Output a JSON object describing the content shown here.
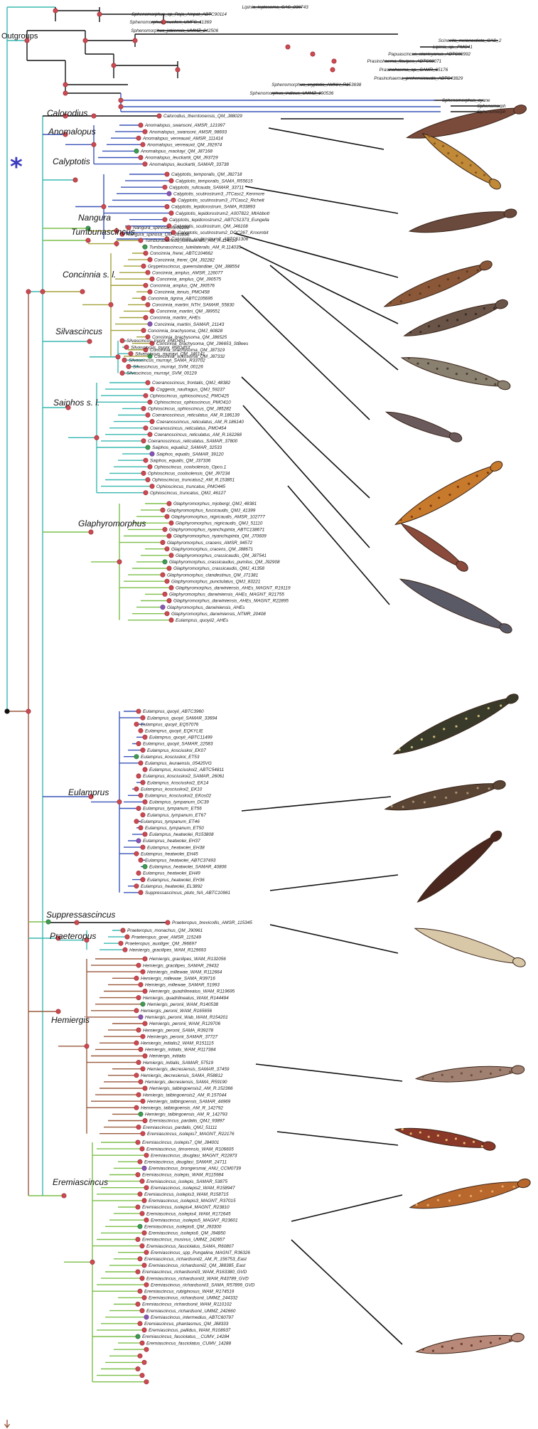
{
  "figure": {
    "outgroups_label": "Outgroups",
    "star_glyph": "*"
  },
  "colors": {
    "teal": "#38b8b0",
    "green": "#7cbf4a",
    "olive": "#a3a23a",
    "brown": "#9a5a3e",
    "blue": "#3a55b8",
    "black": "#111111",
    "node_red": "#cc4a52",
    "node_green": "#3f9a52",
    "node_purple": "#8a55b5"
  },
  "clades": [
    {
      "name": "Calorodius"
    },
    {
      "name": "Anomalopus"
    },
    {
      "name": "Calyptotis"
    },
    {
      "name": "Nangura"
    },
    {
      "name": "Tumbunascincus"
    },
    {
      "name": "Concinnia s. l."
    },
    {
      "name": "Silvascincus"
    },
    {
      "name": "Saiphos s. l."
    },
    {
      "name": "Glaphyromorphus"
    },
    {
      "name": "Eulamprus"
    },
    {
      "name": "Suppressascincus"
    },
    {
      "name": "Praeteropus"
    },
    {
      "name": "Hemiergis"
    },
    {
      "name": "Eremiascincus"
    }
  ],
  "outgroup_tips": [
    "Lipinia_leptosoma_CAS_236743",
    "Sphenomorphus_sp_Raja_Ampat_ABTC90114",
    "Sphenomorphus_muelleri_UMFS_11369",
    "Sphenomorphus_jobiensis_UMMZ_242506",
    "Scincella_melanosticta_CAS_2",
    "Lipinia_sp._PMO41",
    "Papuascincus_stanleyanus_ABTC98992",
    "Prasinohaema_flavipes_ABTC98071",
    "Prasinohaema_sp._SAMR_65176",
    "Prasinohaema_prehensicauda_ABTC43829",
    "Sphenomorphus_cryptotis_AMNH_R153698",
    "Sphenomorphus_indicus_UMMZ_190536",
    "Sphenomorphus_cyane",
    "Sphenomorph",
    "Sphenomorph"
  ],
  "tips": [
    "Calorodius_therntonensis_QM_J88029",
    "Anomalopus_swansoni_AMSR_121997",
    "Anomalopus_swansoni_AMSR_98693",
    "Anomalopus_verreauxii_AMSR_111414",
    "Anomalopus_verreauxii_QM_J92974",
    "Anomalopus_mackayi_QM_J87168",
    "Anomalopus_leuckartii_QM_J93729",
    "Anomalopus_leuckartii_SAMAR_33738",
    "Calyptotis_temporalis_QM_J82718",
    "Calyptotis_temporalis_SAMA_R55615",
    "Calyptotis_ruficauda_SAMAR_33711",
    "Calyptotis_scutirostrum3_JTCasc2_Kenmore",
    "Calyptotis_scutirostrum3_JTCasc2_Richelt",
    "Calyptotis_lepidorostrum_SAMA_R33893",
    "Calyptotis_lepidorostrum2_A007822_MtAbbott",
    "Calyptotis_lepidorostrum2_ABTC51373_Eungella",
    "Calyptotis_scutirostrum_QM_J46108",
    "Calyptotis_scutirostrum2_DOC267_Kroombit",
    "Calyptotis_scutirostrum2_ABTC51306",
    "Nangura_spinosa_A006288",
    "Nangura_spinosa_QM_J63856",
    "Tumbunascincus_luteilateralis_AM_R.114019",
    "Tumbunascincus_luteilateralis_AM_R.114035",
    "Concinnia_frerei_ABTC104662",
    "Concinnia_frerei_QM_J92282",
    "Gnypetoscincus_queenslandiae_QM_J88554",
    "Concinnia_amplus_AMSR_126077",
    "Concinnia_amplus_QM_J90575",
    "Concinnia_amplus_QM_J90576",
    "Concinnia_tenuis_PMO458",
    "Concinnia_tigrina_ABTC105695",
    "Concinnia_martini_NTH_SAMAR_55830",
    "Concinnia_martini_QM_J89551",
    "Concinnia_martini_AHEs",
    "Concinnia_martini_SAMAR_21143",
    "Concinnia_brachysoma_QMJ_60828",
    "Concinnia_brachysoma_QM_J86525",
    "Concinnia_brachysoma_QM_J96653_StBees",
    "Concinnia_brachysoma_QM_J87319",
    "Concinnia_sokosoma_QM_J87332",
    "Silvascincus_tryoni_PMO451",
    "Silvascincus_tryoni_PMO453",
    "Silvascincus_murrayi_QM_J46141",
    "Silvascincus_murrayi_SAMA_R33702",
    "Silvascincus_murrayi_SVM_00126",
    "Silvascincus_murrayi_SVM_00129",
    "Coeranoscincus_frontalis_QMJ_48382",
    "Coggeria_naufragus_QMJ_59237",
    "Ophioscincus_ophioscincus2_PMO425",
    "Ophioscincus_ophioscincus_PMO410",
    "Ophioscincus_ophioscincus_QM_J85282",
    "Coeranoscincus_reticulatus_AM_R.186139",
    "Coeranoscincus_reticulatus_AM_R.186140",
    "Coeranoscincus_reticulatus_PMO454",
    "Coeranoscincus_reticulatus_AM_R.162268",
    "Coeranoscincus_reticulatus_SAMAR_37800",
    "Saiphos_equalis2_SAMAR_32533",
    "Saiphos_equalis_SAMAR_39120",
    "Saiphos_equalis_QM_J37336",
    "Ophioscincus_cooloolensis_Opco.1",
    "Ophioscincus_cooloolensis_QM_J97234",
    "Ophioscincus_truncatus2_AM_R.153851",
    "Ophioscincus_truncatus_PMO445",
    "Ophioscincus_truncatus_QMJ_46127",
    "Glaphyromorphus_mjobergi_QMJ_48381",
    "Glaphyromorphus_fuscicaudis_QMJ_41399",
    "Glaphyromorphus_nigricaudis_AMSR_102777",
    "Glaphyromorphus_nigricaudis_QMJ_51110",
    "Glaphyromorphus_nyanchupinta_ABTC138671",
    "Glaphyromorphus_nyanchupinta_QM_J70609",
    "Glaphyromorphus_cracens_AMSR_94572",
    "Glaphyromorphus_cracens_QM_J88671",
    "Glaphyromorphus_crassicaudis_QM_J87541",
    "Glaphyromorphus_crassicaudus_pumilus_QM_J92908",
    "Glaphyromorphus_crassicaudis_QMJ_41358",
    "Glaphyromorphus_clandestinus_QM_J71381",
    "Glaphyromorphus_punctulatus_QMJ_83221",
    "Glaphyromorphus_darwiniensis_AHEs_MAGNT_R19119",
    "Glaphyromorphus_darwiniensis_AHEs_MAGNT_R21755",
    "Glaphyromorphus_darwiniensis_AHEs_MAGNT_R22895",
    "Glaphyromorphus_darwiniensis_AHEs",
    "Glaphyromorphus_darwiniensis_NTMR_20408",
    "Eulamprus_quoyii2_AHEs",
    "Eulamprus_quoyii_ABTC3960",
    "Eulamprus_quoyii_SAMAR_33694",
    "Eulamprus_quoyii_EQ57076",
    "Eulamprus_quoyii_EQKYLIE",
    "Eulamprus_quoyii_ABTC11499",
    "Eulamprus_quoyii_SAMAR_22583",
    "Eulamprus_kosciuskoi_EK07",
    "Eulamprus_kosciuskoi_ET53",
    "Eulamprus_leuraensis_05425VG",
    "Eulamprus_kosciuskoi2_ABTC54811",
    "Eulamprus_kosciuskoi2_SAMAR_26061",
    "Eulamprus_kosciuskoi2_EK14",
    "Eulamprus_kosciuskoi2_EK10",
    "Eulamprus_kosciuskoi2_EKos02",
    "Eulamprus_tympanum_DC39",
    "Eulamprus_tympanum_ET56",
    "Eulamprus_tympanum_ET67",
    "Eulamprus_tympanum_ET46",
    "Eulamprus_tympanum_ET50",
    "Eulamprus_heatwolei_R153808",
    "Eulamprus_heatwolei_EH37",
    "Eulamprus_heatwolei_EH38",
    "Eulamprus_heatwolei_EH45",
    "Eulamprus_heatwolei_ABTC37493",
    "Eulamprus_heatwolei_SAMAR_40806",
    "Eulamprus_heatwolei_EH49",
    "Eulamprus_heatwolei_EH36",
    "Eulamprus_heatwolei_EL3892",
    "Suppressascincus_pluto_NA_ABTC10961",
    "Praeteropus_brevicollis_AMSR_115345",
    "Praeteropus_monachus_QM_J90961",
    "Praeteropus_gowi_AMSR_115249",
    "Praeteropus_auxiliger_QM_J96697",
    "Hemiergis_gracilipes_WAM_R129693",
    "Hemiergis_gracilipes_WAM_R132056",
    "Hemiergis_gracilipes_SAMAR_29432",
    "Hemiergis_millewae_WAM_R112664",
    "Hemiergis_millewae_SAMA_R39716",
    "Hemiergis_millewae_SAMAR_51993",
    "Hemiergis_quadrilineatus_WAM_R119695",
    "Hemiergis_quadrilineatus_WAM_R144494",
    "Hemiergis_peronii_WAM_R140538",
    "Hemiergis_peronii_WAM_R165656",
    "Hemiergis_peronii_Wab_WAM_R154201",
    "Hemiergis_peronii_WAM_R129706",
    "Hemiergis_peronii_SAMA_R39278",
    "Hemiergis_peronii_SAMAR_37727",
    "Hemiergis_initialis2_WAM_R151115",
    "Hemiergis_initialis_WAM_R117384",
    "Hemiergis_initialis",
    "Hemiergis_initialis_SAMAR_57519",
    "Hemiergis_decresiensis_SAMAR_37459",
    "Hemiergis_decresiensis_SAMA_R58812",
    "Hemiergis_decresiensis_SAMA_R59190",
    "Hemiergis_talbingoensis2_AM_R.152366",
    "Hemiergis_talbingoensis2_AM_R.157044",
    "Hemiergis_talbingoensis_SAMAR_44969",
    "Hemiergis_talbingoensis_AM_R_142792",
    "Hemiergis_talbingoensis_AM_R_142793",
    "Eremiascincus_pardalis_QMJ_93897",
    "Eremiascincus_pardalis_QMJ_51111",
    "Eremiascincus_isolepis7_MAGNT_R22176",
    "Eremiascincus_isolepis7_QM_J84001",
    "Eremiascincus_timorensis_WAM_R106605",
    "Eremiascincus_douglasi_MAGNT_R22873",
    "Eremiascincus_douglasi_SAMAR_24711",
    "Eremiascincus_brongersmai_ANU_CCM0739",
    "Eremiascincus_isolepis_WAM_R115984",
    "Eremiascincus_isolepis_SAMAR_53875",
    "Eremiascincus_isolepis2_WAM_R158947",
    "Eremiascincus_isolepis3_WAM_R158715",
    "Eremiascincus_isolepis3_MAGNT_R37015",
    "Eremiascincus_isolepis4_MAGNT_R23810",
    "Eremiascincus_isolepis4_WAM_R172645",
    "Eremiascincus_isolepis5_MAGNT_R23601",
    "Eremiascincus_isolepis6_QM_J93300",
    "Eremiascincus_isolepis6_QM_J94850",
    "Eremiascincus_musivus_UMMZ_242657",
    "Eremiascincus_fasciolatus_SAMA_R60807",
    "Eremiascincus_spp_Pungalina_MAGNT_R36326",
    "Eremiascincus_richardsonii2_AM_R_156753_East",
    "Eremiascincus_richardsonii2_QM_J88385_East",
    "Eremiascincus_richardsonii3_WAM_R163380_GVD",
    "Eremiascincus_richardsonii3_WAM_R43789_GVD",
    "Eremiascincus_richardsonii3_SAMA_R57899_GVD",
    "Eremiascincus_rubiginosus_WAM_R174519",
    "Eremiascincus_richardsonii_UMMZ_244332",
    "Eremiascincus_richardsonii_WAM_R110102",
    "Eremiascincus_richardsonii_UMMZ_242660",
    "Eremiascincus_intermedius_ABTC60797",
    "Eremiascincus_phantasmus_QM_J88333",
    "Eremiascincus_pallidus_WAM_R108937",
    "Eremiascincus_fasciolatus__CUMV_14284",
    "Eremiascincus_fasciolatus_CUMV_14288"
  ]
}
